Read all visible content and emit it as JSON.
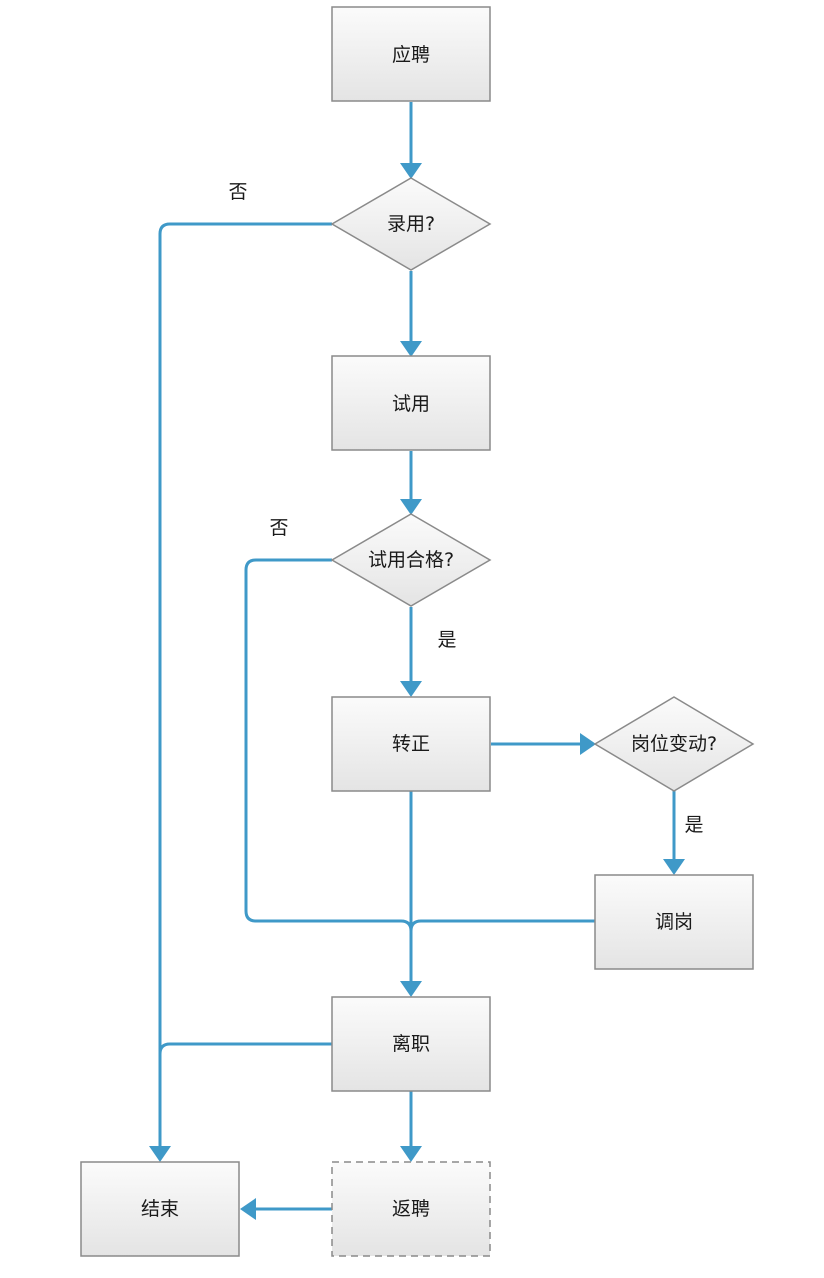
{
  "nodes": {
    "apply": {
      "label": "应聘"
    },
    "hire_decision": {
      "label": "录用?"
    },
    "trial": {
      "label": "试用"
    },
    "trial_pass": {
      "label": "试用合格?"
    },
    "regularize": {
      "label": "转正"
    },
    "position_change": {
      "label": "岗位变动?"
    },
    "transfer": {
      "label": "调岗"
    },
    "resign": {
      "label": "离职"
    },
    "rehire": {
      "label": "返聘"
    },
    "end": {
      "label": "结束"
    }
  },
  "edges": {
    "hire_no": {
      "label": "否"
    },
    "trial_no": {
      "label": "否"
    },
    "trial_yes": {
      "label": "是"
    },
    "change_yes": {
      "label": "是"
    }
  },
  "colors": {
    "connector": "#3f99c8",
    "node_fill_top": "#fbfbfb",
    "node_fill_bottom": "#e4e4e4",
    "node_border": "#8a8a8a"
  }
}
